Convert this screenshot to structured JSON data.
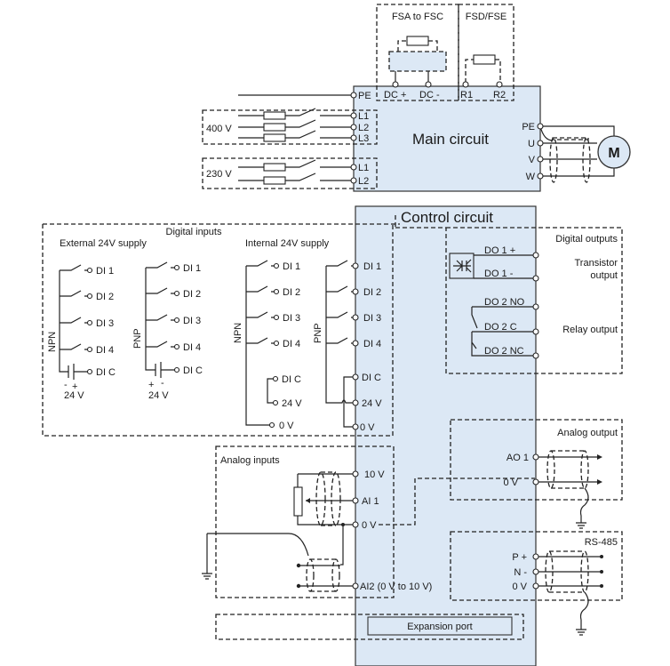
{
  "main_circuit": {
    "title": "Main circuit",
    "top_groups": [
      {
        "label": "FSA to FSC",
        "terminals": [
          "DC +",
          "DC -"
        ]
      },
      {
        "label": "FSD/FSE",
        "terminals": [
          "R1",
          "R2"
        ]
      }
    ],
    "pe_label": "PE",
    "supply_400": {
      "label": "400 V",
      "terminals": [
        "L1",
        "L2",
        "L3"
      ]
    },
    "supply_230": {
      "label": "230 V",
      "terminals": [
        "L1",
        "L2"
      ]
    },
    "motor_terminals": [
      "PE",
      "U",
      "V",
      "W"
    ],
    "motor_label": "M"
  },
  "control_circuit": {
    "title": "Control circuit",
    "digital_inputs": {
      "title": "Digital inputs",
      "external_label": "External 24V supply",
      "internal_label": "Internal 24V supply",
      "npn": "NPN",
      "pnp": "PNP",
      "inputs": [
        "DI 1",
        "DI 2",
        "DI 3",
        "DI 4"
      ],
      "dic": "DI C",
      "v24": "24 V",
      "v0": "0 V",
      "plus": "+",
      "minus": "-"
    },
    "digital_outputs": {
      "title": "Digital outputs",
      "transistor_label_1": "Transistor",
      "transistor_label_2": "output",
      "relay_label": "Relay output",
      "terminals": [
        "DO 1 +",
        "DO 1 -",
        "DO 2 NO",
        "DO 2 C",
        "DO 2 NC"
      ]
    },
    "analog_inputs": {
      "title": "Analog inputs",
      "terminals": [
        "10 V",
        "AI 1",
        "0 V",
        "AI2 (0 V to 10 V)"
      ]
    },
    "analog_output": {
      "title": "Analog output",
      "terminals": [
        "AO 1",
        "0 V"
      ]
    },
    "rs485": {
      "title": "RS-485",
      "terminals": [
        "P +",
        "N -",
        "0 V"
      ]
    },
    "expansion_port": "Expansion port"
  }
}
